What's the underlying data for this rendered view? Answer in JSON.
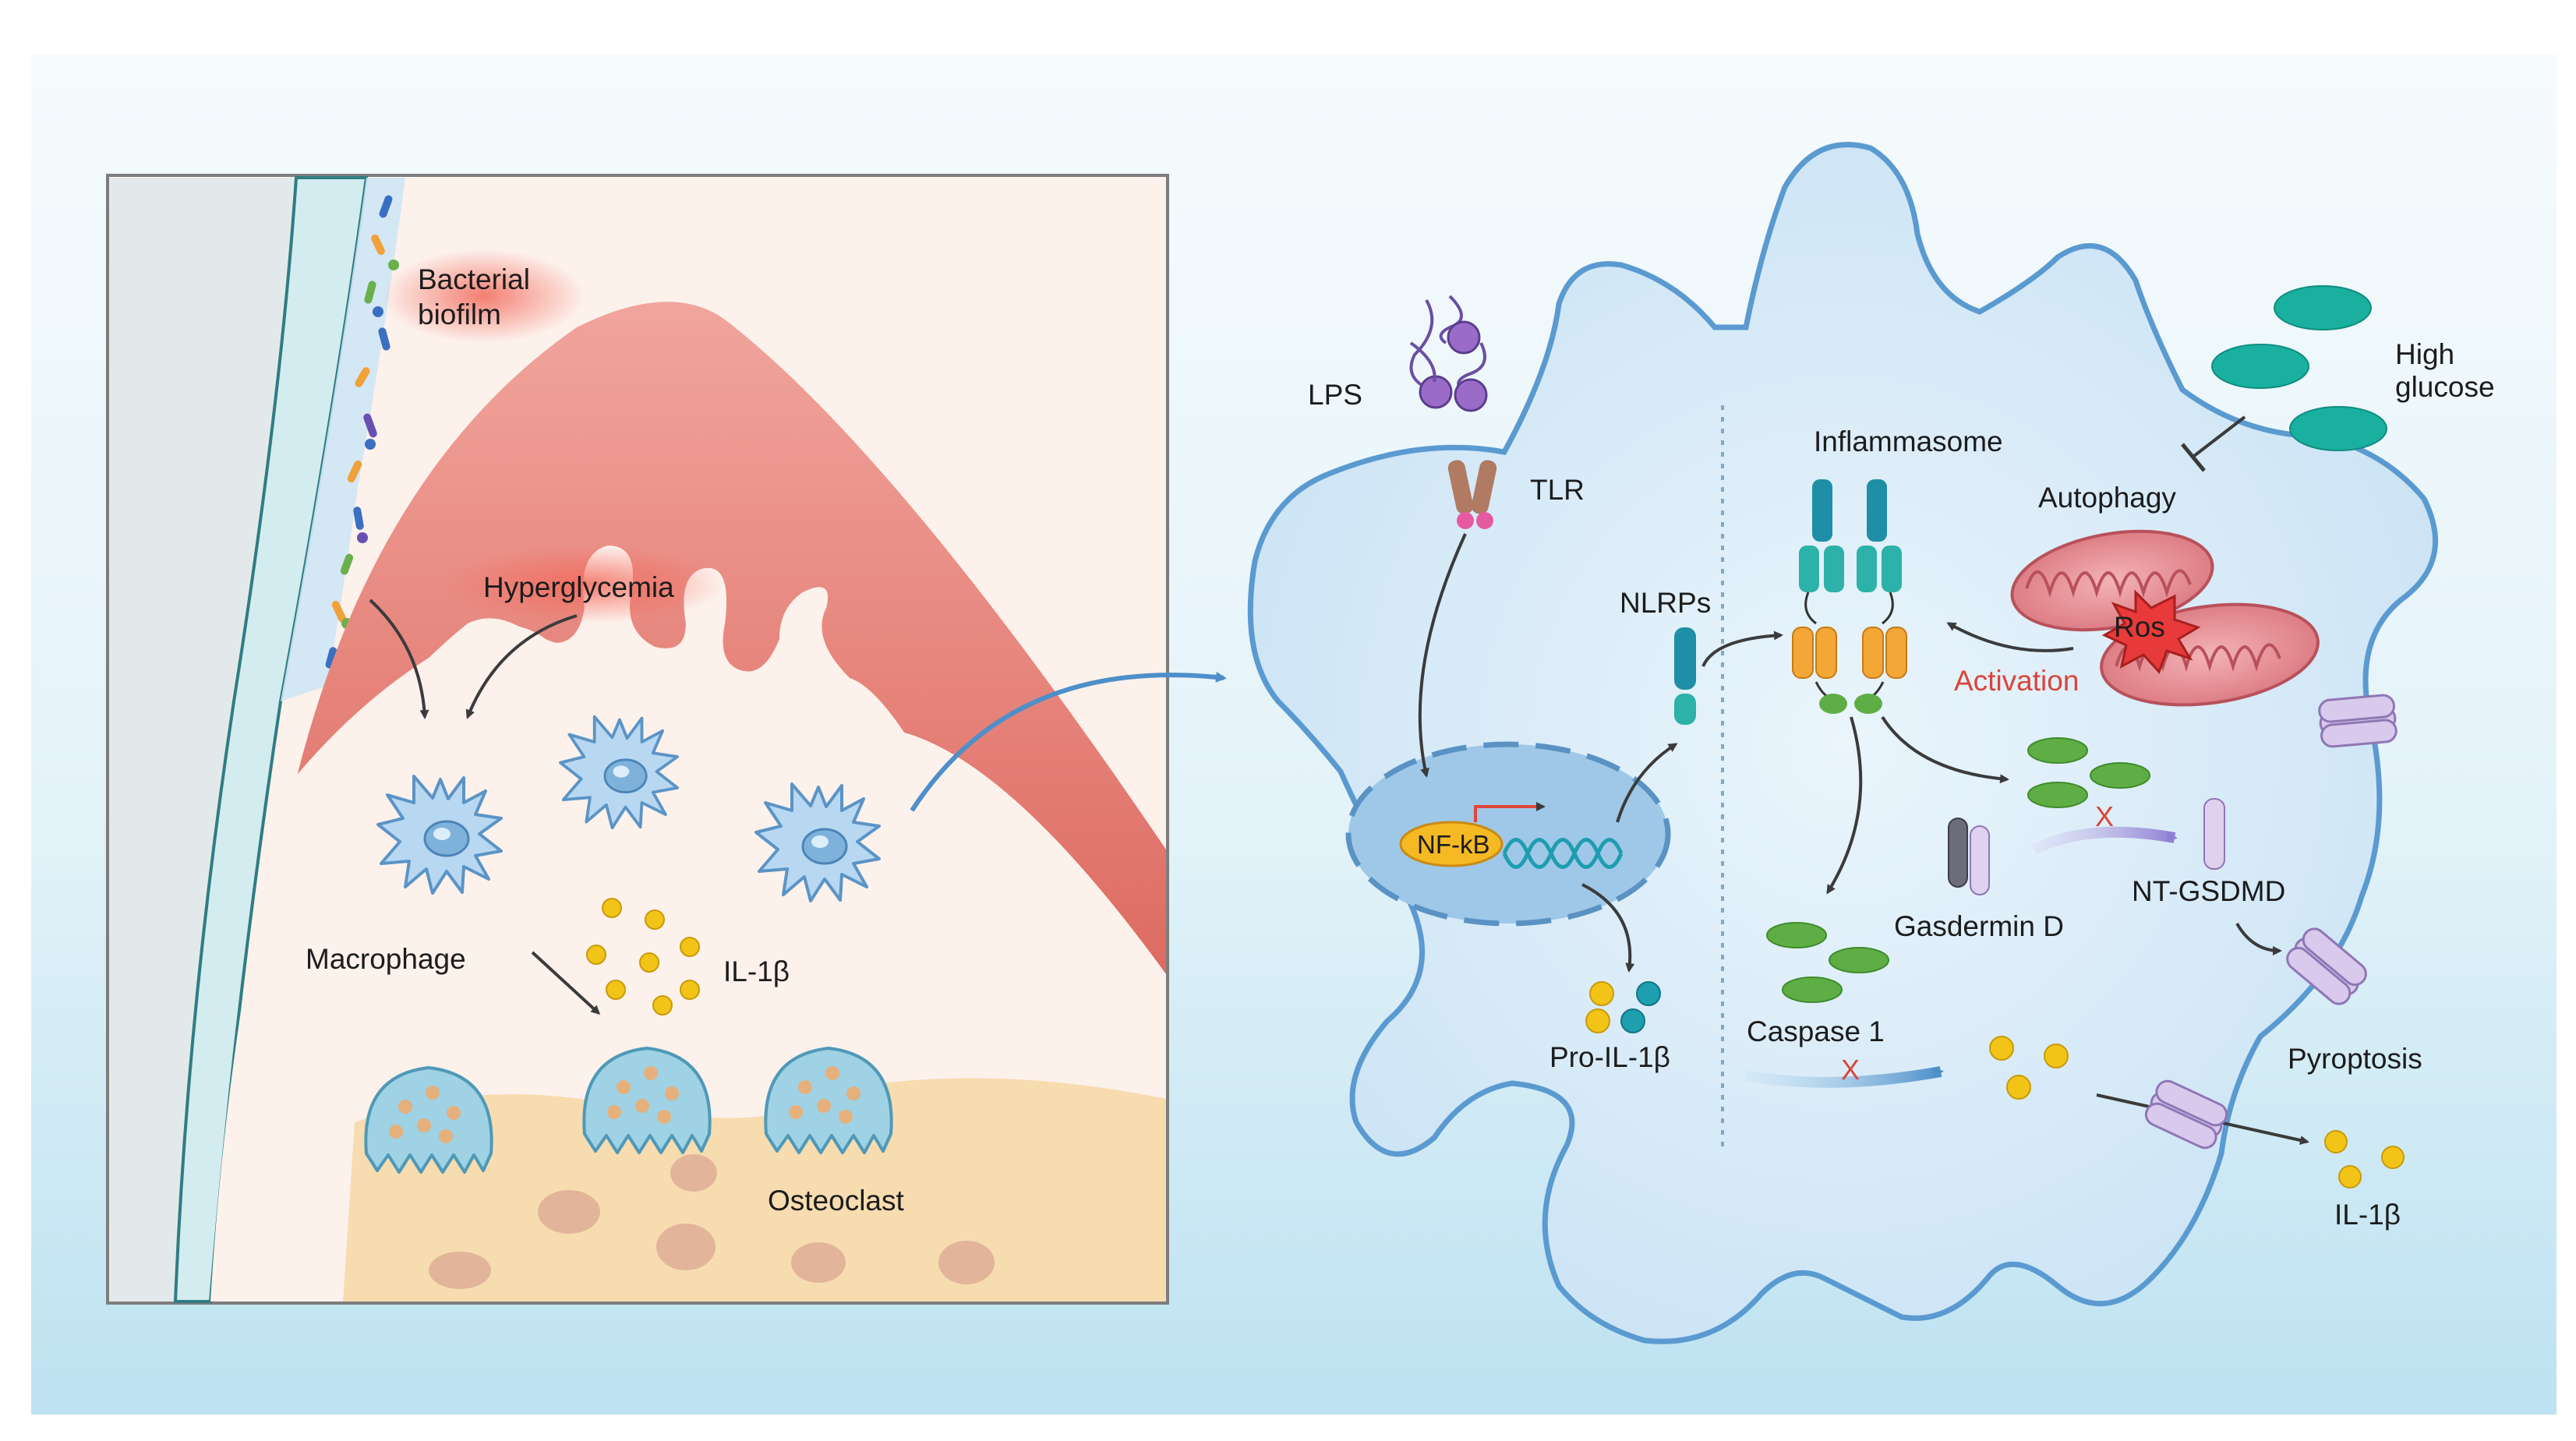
{
  "labels": {
    "bacterial_biofilm_1": "Bacterial",
    "bacterial_biofilm_2": "biofilm",
    "hyperglycemia": "Hyperglycemia",
    "macrophage": "Macrophage",
    "il1b_left": "IL-1β",
    "osteoclast": "Osteoclast",
    "lps": "LPS",
    "tlr": "TLR",
    "nfkb": "NF-kB",
    "nlrps": "NLRPs",
    "pro_il1b": "Pro-IL-1β",
    "inflammasome": "Inflammasome",
    "autophagy": "Autophagy",
    "high_glucose_1": "High",
    "high_glucose_2": "glucose",
    "ros": "Ros",
    "activation": "Activation",
    "gasdermin_d": "Gasdermin D",
    "nt_gsdmd": "NT-GSDMD",
    "caspase_1": "Caspase 1",
    "pyroptosis": "Pyroptosis",
    "il1b_right": "IL-1β",
    "blocked_mark": "X"
  },
  "colors": {
    "background_top": "#f4fbfd",
    "background_bottom": "#bfe3f1",
    "gingiva": "#de6f66",
    "gingiva_light": "#f7d9d4",
    "tissue": "#fdf0ec",
    "bone": "#f6d8a6",
    "tooth": "#d4ebef",
    "cell": "#cfe6f7",
    "cell_border": "#5d9fd0",
    "macrophage": "#a9cfee",
    "il1b": "#f1c21b",
    "nfkb": "#f4b923",
    "teal": "#1e9fb0",
    "caspase_green": "#5fae45",
    "gasdermin": "#c8b1de",
    "activation_red": "#d9453a"
  }
}
